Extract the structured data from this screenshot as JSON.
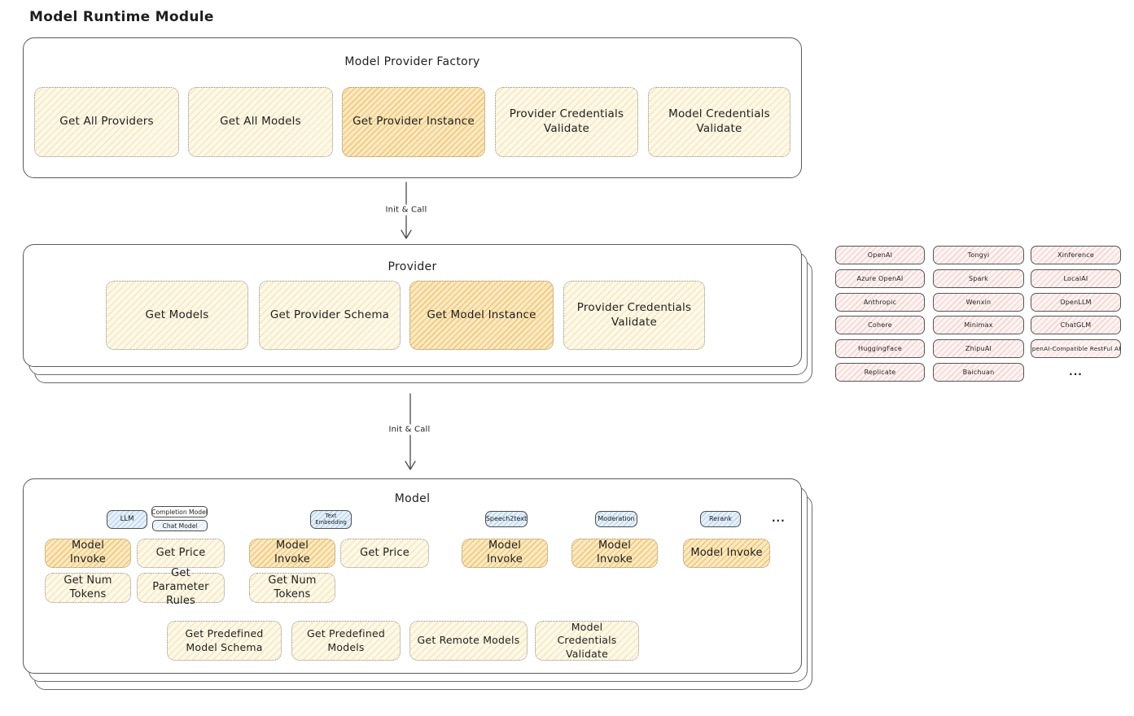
{
  "diagram_title": "Model Runtime Module",
  "colors": {
    "text": "#1e1e1e",
    "yellow_node_fill": "#fdf8e8",
    "yellow_node_hatch": "#e9c971",
    "orange_highlight_fill": "#faeac2",
    "orange_highlight_hatch": "#ebA63c",
    "pink_chip_fill": "#fdf3f2",
    "pink_chip_hatch": "#e29690",
    "blue_tab_fill": "#e7f1fa",
    "blue_tab_hatch": "#78afe1",
    "container_border": "#5a5a5a"
  },
  "factory": {
    "title": "Model Provider Factory",
    "buttons": [
      {
        "label": "Get All Providers"
      },
      {
        "label": "Get All Models"
      },
      {
        "label": "Get Provider Instance"
      },
      {
        "label": "Provider Credentials Validate"
      },
      {
        "label": "Model Credentials Validate"
      }
    ]
  },
  "arrows": [
    {
      "label": "Init & Call"
    },
    {
      "label": "Init & Call"
    }
  ],
  "provider": {
    "title": "Provider",
    "buttons": [
      {
        "label": "Get Models"
      },
      {
        "label": "Get Provider Schema"
      },
      {
        "label": "Get Model Instance"
      },
      {
        "label": "Provider Credentials Validate"
      }
    ]
  },
  "provider_list": {
    "col1": [
      "OpenAI",
      "Azure OpenAI",
      "Anthropic",
      "Cohere",
      "HuggingFace",
      "Replicate"
    ],
    "col2": [
      "Tongyi",
      "Spark",
      "Wenxin",
      "Minimax",
      "ZhipuAI",
      "Baichuan"
    ],
    "col3": [
      "Xinference",
      "LocalAI",
      "OpenLLM",
      "ChatGLM",
      "OpenAI-Compatible RestFul API"
    ],
    "more": "..."
  },
  "model": {
    "title": "Model",
    "tabs": {
      "llm": "LLM",
      "completion_model": "Completion Model",
      "chat_model": "Chat Model",
      "text_embedding": "Text Embedding",
      "speech2text": "Speech2text",
      "moderation": "Moderation",
      "rerank": "Rerank",
      "more": "..."
    },
    "buttons": {
      "model_invoke": "Model Invoke",
      "get_price": "Get Price",
      "get_num_tokens": "Get Num Tokens",
      "get_parameter_rules": "Get Parameter Rules",
      "get_predefined_model_schema": "Get Predefined Model Schema",
      "get_predefined_models": "Get Predefined Models",
      "get_remote_models": "Get Remote Models",
      "model_credentials_validate": "Model Credentials Validate"
    }
  }
}
